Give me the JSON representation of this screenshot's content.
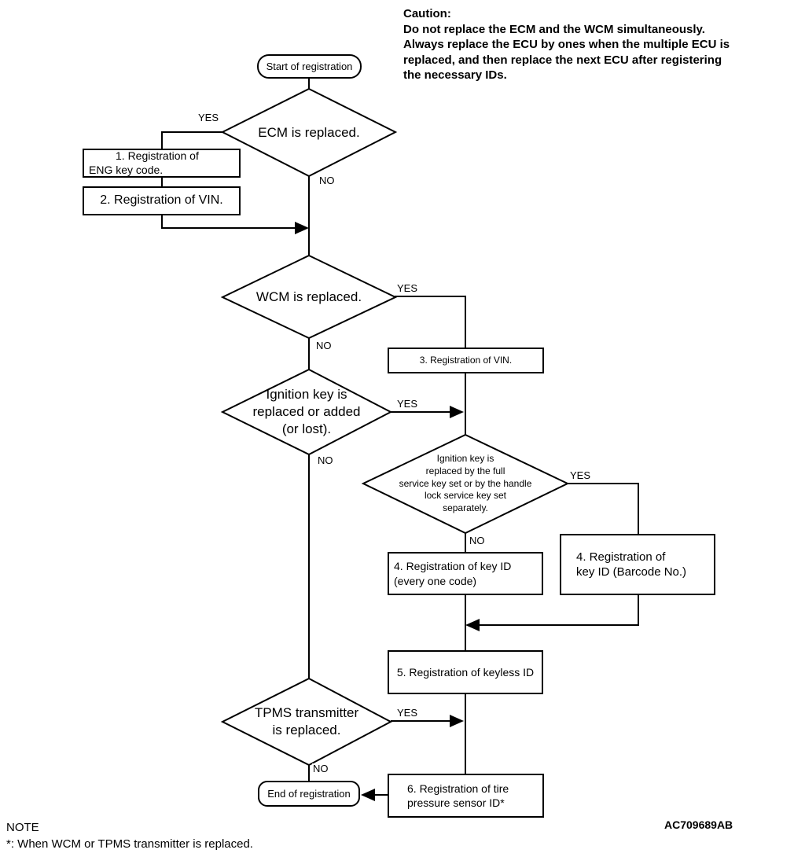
{
  "page": {
    "background_color": "#ffffff",
    "ink_color": "#000000"
  },
  "caution": {
    "title": "Caution:",
    "body": "Do not replace the ECM and the WCM simultaneously.\nAlways replace the ECU by ones when the multiple ECU is\nreplaced, and then replace the next ECU after registering\nthe necessary IDs."
  },
  "flowchart": {
    "start_label": "Start of registration",
    "end_label": "End of registration",
    "labels": {
      "yes": "YES",
      "no": "NO"
    },
    "decisions": {
      "ecm": "ECM is replaced.",
      "wcm": "WCM is replaced.",
      "ignition_key": "Ignition key is\nreplaced or added\n(or lost).",
      "ignition_key_set": "Ignition key is\nreplaced by the full\nservice key set or by the handle\nlock service key set\nseparately.",
      "tpms": "TPMS transmitter\nis replaced."
    },
    "processes": {
      "step1": "1. Registration of\nENG key code.",
      "step2": "2. Registration of VIN.",
      "step3": "3. Registration of VIN.",
      "step4_every_code": "4. Registration of key ID\n(every one code)",
      "step4_barcode": "4. Registration of\nkey ID (Barcode No.)",
      "step5": "5. Registration of keyless ID",
      "step6": "6. Registration of tire\npressure sensor ID*"
    }
  },
  "note": {
    "title": "NOTE",
    "body": "*: When WCM or TPMS transmitter is replaced."
  },
  "figure_code": "AC709689AB"
}
